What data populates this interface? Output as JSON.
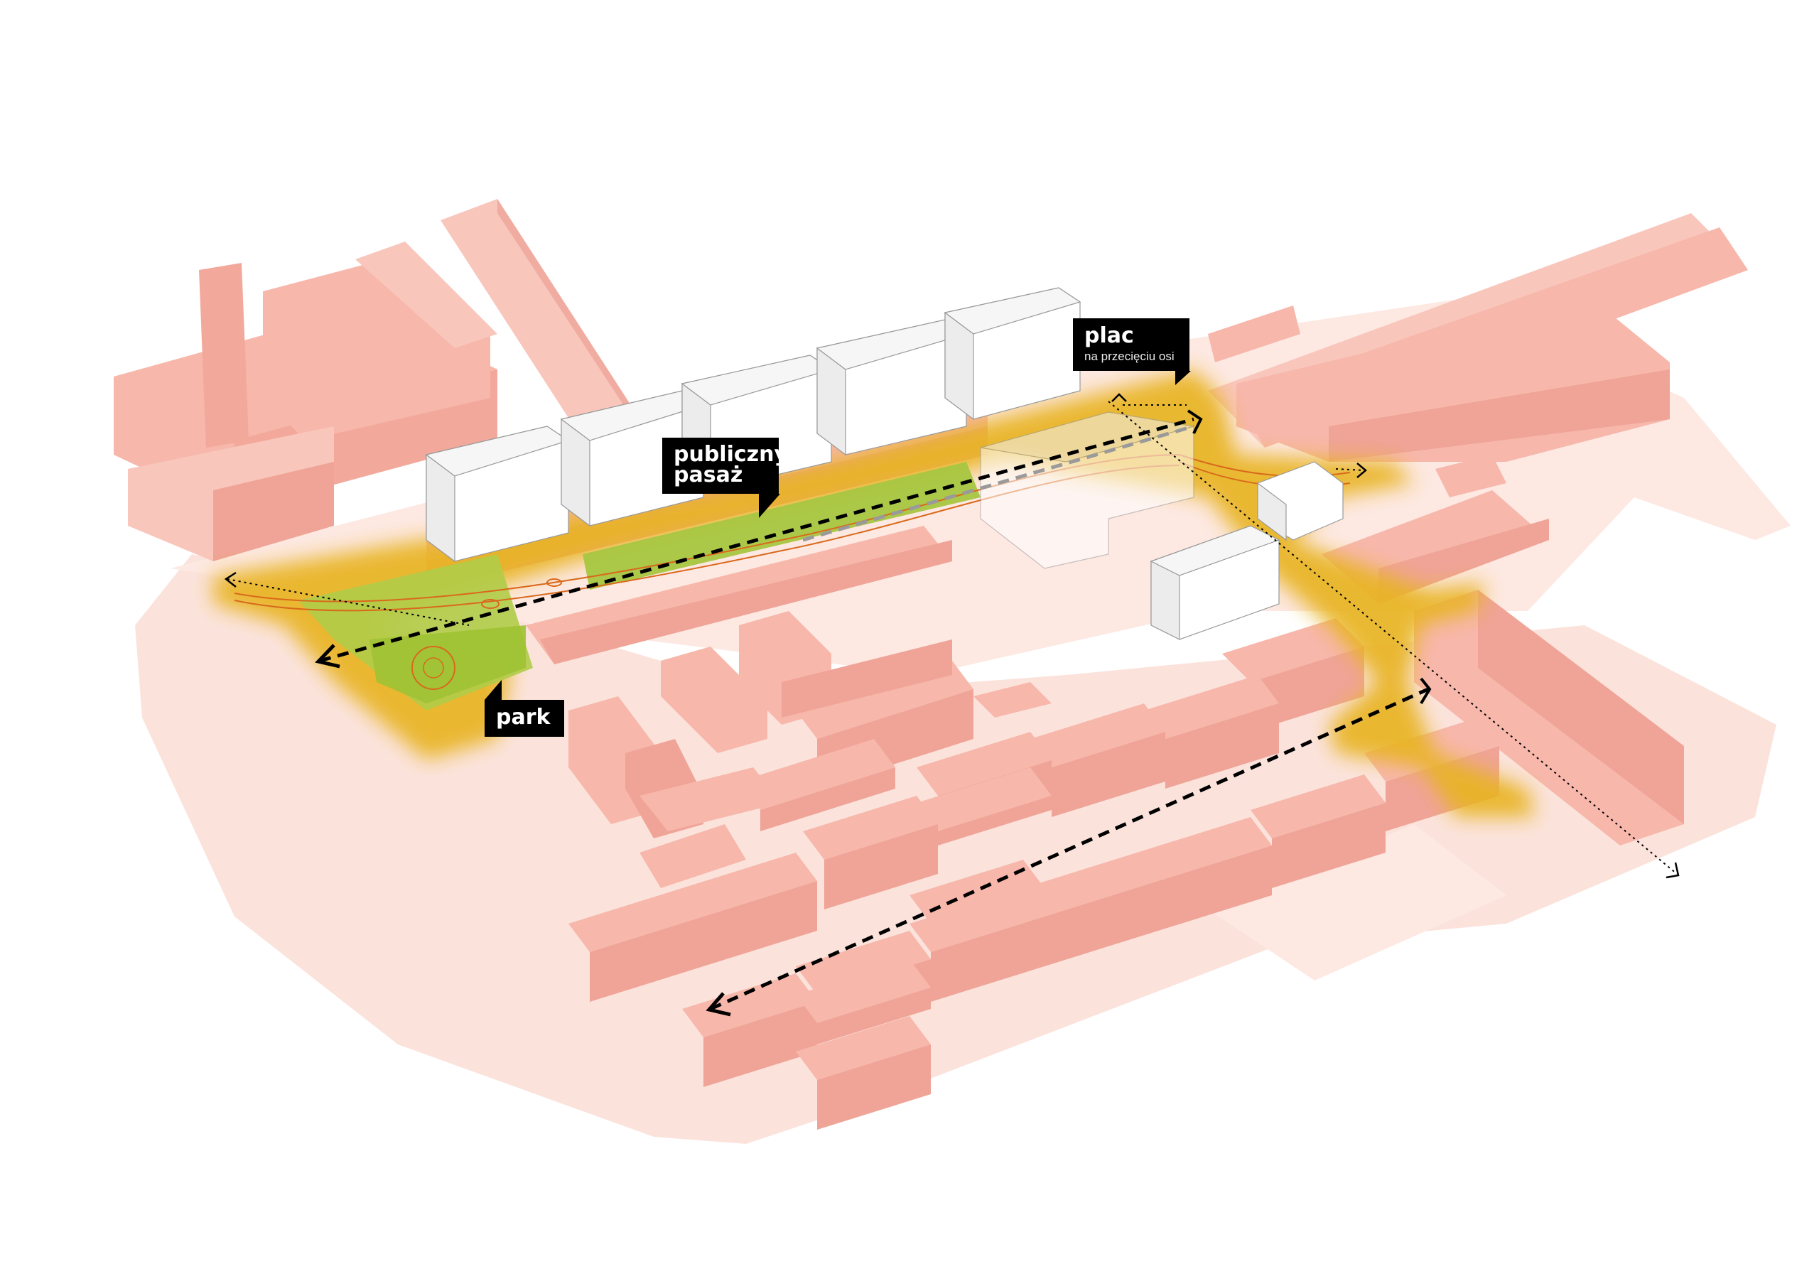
{
  "labels": {
    "plac": {
      "title": "plac",
      "subtitle": "na przecięciu osi"
    },
    "pasaz": {
      "line1": "publiczny",
      "line2": "pasaż"
    },
    "park": {
      "title": "park"
    }
  },
  "colors": {
    "background": "#ffffff",
    "ground": "#fbe3dc",
    "building": "#f7b7ab",
    "building_dark": "#e99a8f",
    "new_building": "#ffffff",
    "highlight": "#e8b423",
    "green": "#9fc233",
    "label_bg": "#000000",
    "label_text": "#ffffff",
    "axis_line": "#000000"
  }
}
